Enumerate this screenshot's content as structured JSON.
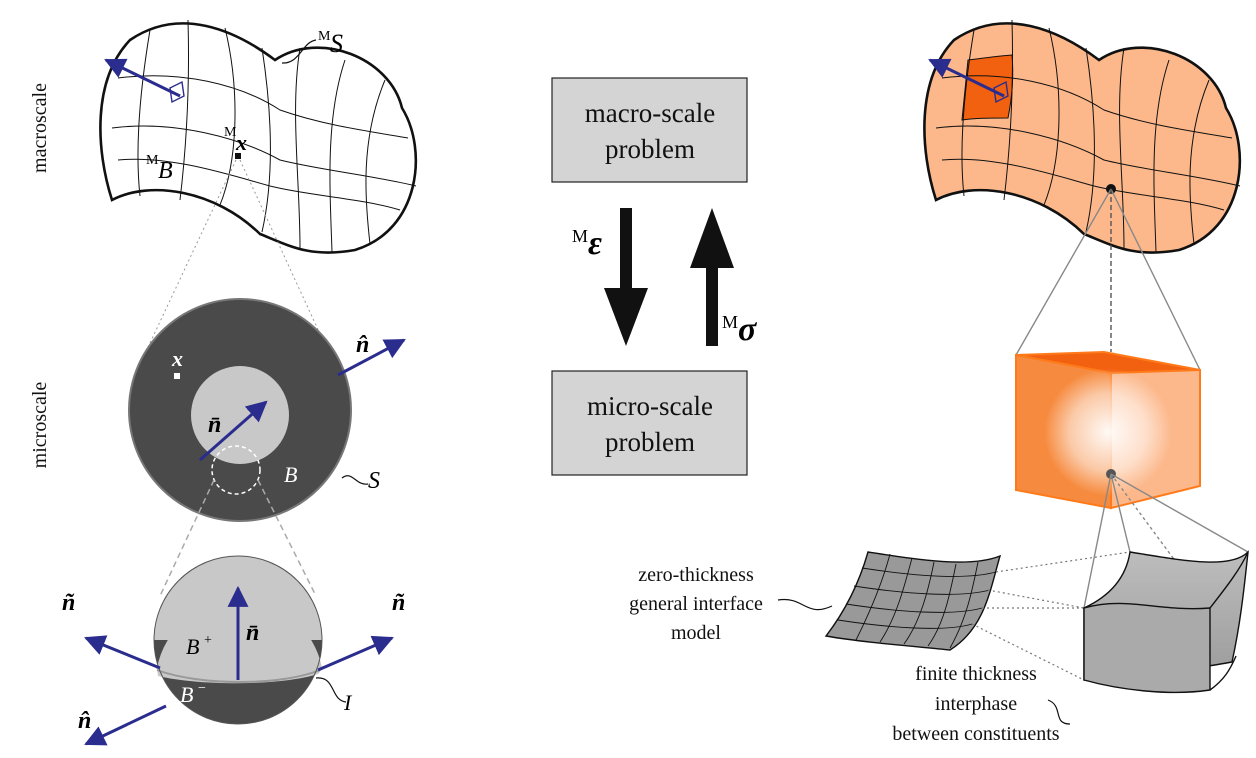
{
  "side_labels": {
    "macro": "macroscale",
    "micro": "microscale"
  },
  "center": {
    "macro_box": {
      "line1": "macro-scale",
      "line2": "problem"
    },
    "micro_box": {
      "line1": "micro-scale",
      "line2": "problem"
    },
    "down_arrow": {
      "sup": "M",
      "sym": "ε"
    },
    "up_arrow": {
      "sup": "M",
      "sym": "σ"
    }
  },
  "left_macro": {
    "surface": {
      "sup": "M",
      "sym": "S"
    },
    "body": {
      "sup": "M",
      "sym": "B"
    },
    "point": {
      "sup": "M",
      "sym": "x"
    }
  },
  "left_micro": {
    "x": "x",
    "n_hat": "n̂",
    "n_bar": "n̄",
    "body": "B",
    "surface": "S"
  },
  "left_interface": {
    "n_tilde_left": "ñ",
    "n_tilde_right": "ñ",
    "n_bar": "n̄",
    "n_hat": "n̂",
    "b_plus": "B",
    "b_plus_sup": "+",
    "b_minus": "B",
    "b_minus_sup": "−",
    "interface": "I"
  },
  "right": {
    "zero_thickness": {
      "line1": "zero-thickness",
      "line2": "general interface",
      "line3": "model"
    },
    "finite_thickness": {
      "line1": "finite thickness",
      "line2": "interphase",
      "line3": "between constituents"
    }
  },
  "colors": {
    "box_fill": "#d4d4d4",
    "dark_gray": "#4a4a4a",
    "light_gray": "#c8c8c8",
    "arrow_blue": "#2b2d8e",
    "orange_light": "#fcb88b",
    "orange_dark": "#f2610f",
    "orange_edge": "#ff7a1a"
  }
}
